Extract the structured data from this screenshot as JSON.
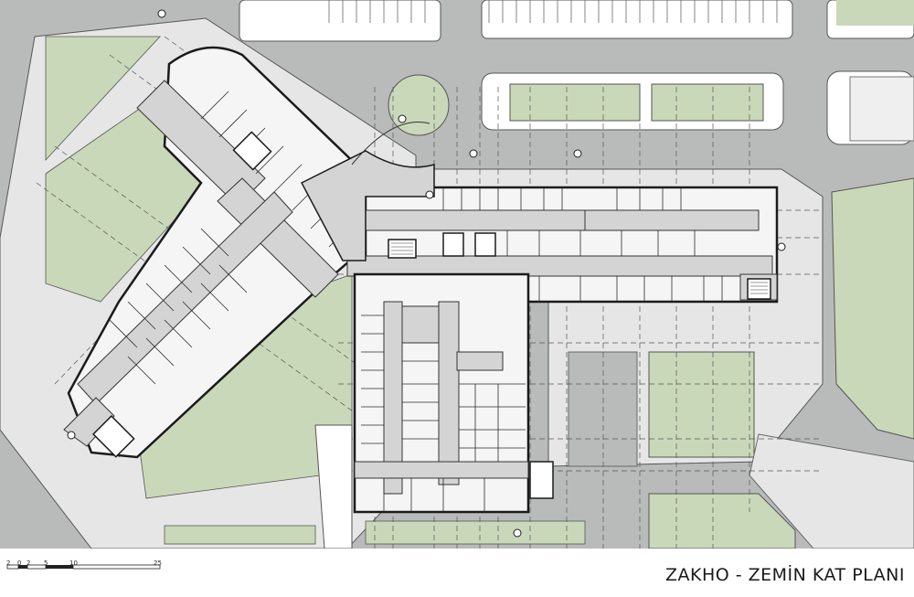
{
  "title": "ZAKHO - ZEMİN KAT PLANI",
  "scale_bar": {
    "labels": [
      "2",
      "0",
      "2",
      "5",
      "10",
      "25"
    ]
  },
  "colors": {
    "road": "#b9bbbb",
    "green": "#c9d8b9",
    "pavement": "#e6e6e6",
    "corridor": "#d4d4d4",
    "wall": "#1b1b1b"
  }
}
